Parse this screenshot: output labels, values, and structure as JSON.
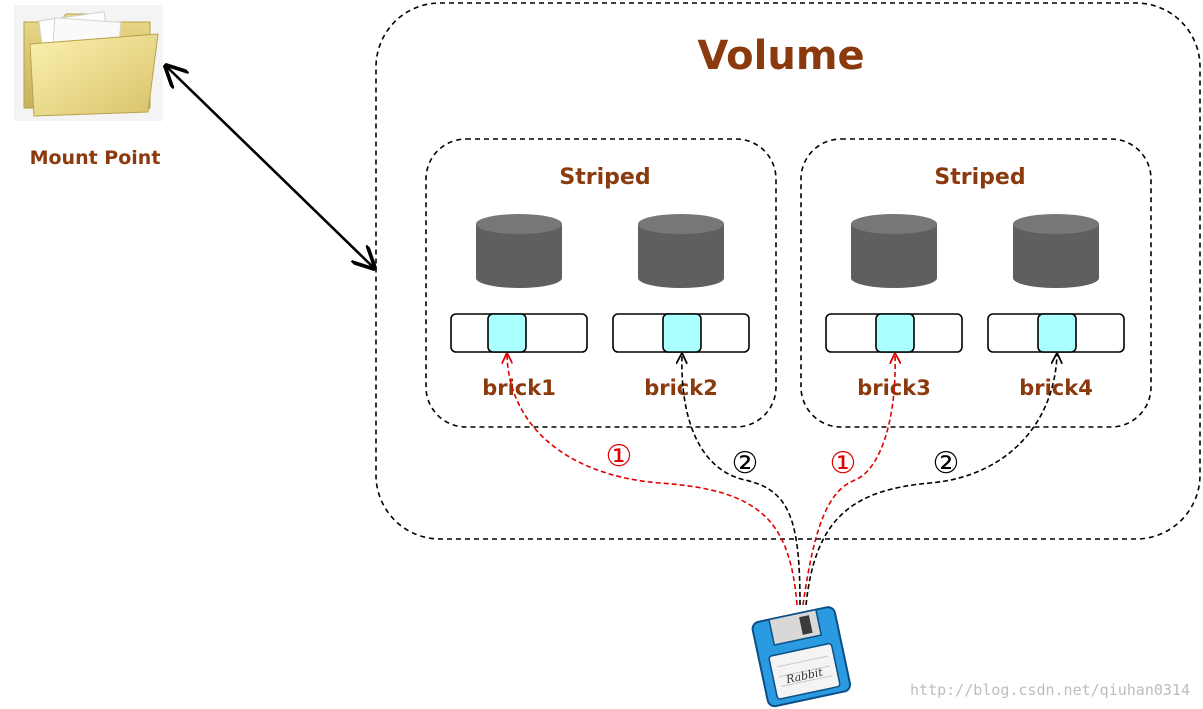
{
  "mount_point": {
    "label": "Mount Point"
  },
  "volume": {
    "title": "Volume"
  },
  "groups": [
    {
      "title": "Striped",
      "bricks": [
        "brick1",
        "brick2"
      ]
    },
    {
      "title": "Striped",
      "bricks": [
        "brick3",
        "brick4"
      ]
    }
  ],
  "steps": [
    {
      "marker": "①",
      "color": "#e00000"
    },
    {
      "marker": "②",
      "color": "#000000"
    },
    {
      "marker": "①",
      "color": "#e00000"
    },
    {
      "marker": "②",
      "color": "#000000"
    }
  ],
  "file": {
    "label": "Rabbit"
  },
  "watermark": "http://blog.csdn.net/qiuhan0314",
  "colors": {
    "label_brown": "#8B3A0E",
    "disk_gray": "#5f5f5f",
    "chunk_cyan": "#aaffff",
    "floppy_blue": "#2a9be0"
  }
}
